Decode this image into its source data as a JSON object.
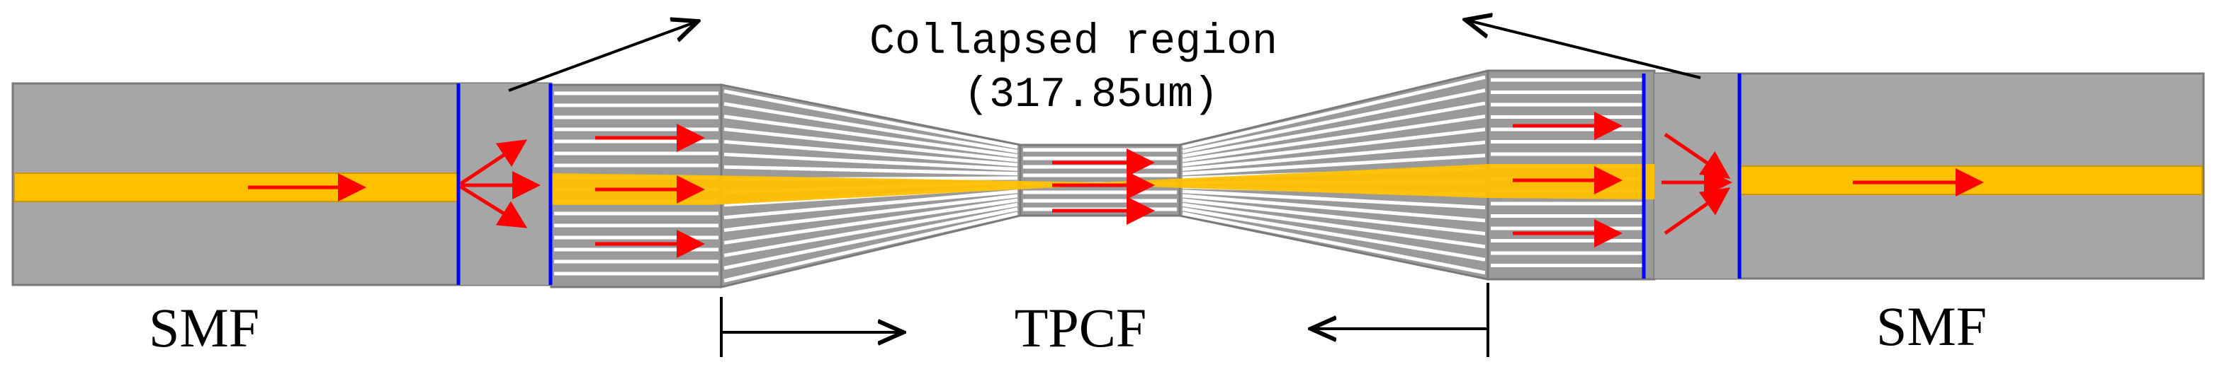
{
  "labels": {
    "smf_left": "SMF",
    "smf_right": "SMF",
    "tpcf": "TPCF",
    "collapsed_line1": "Collapsed region",
    "collapsed_line2": "(317.85um)"
  },
  "colors": {
    "fiber_gray": "#a6a6a6",
    "fiber_outline": "#7a7a7a",
    "core_orange": "#ffc000",
    "arrow_red": "#ff0000",
    "interface_blue": "#0000ff",
    "hole_white": "#ffffff",
    "text_black": "#000000"
  }
}
